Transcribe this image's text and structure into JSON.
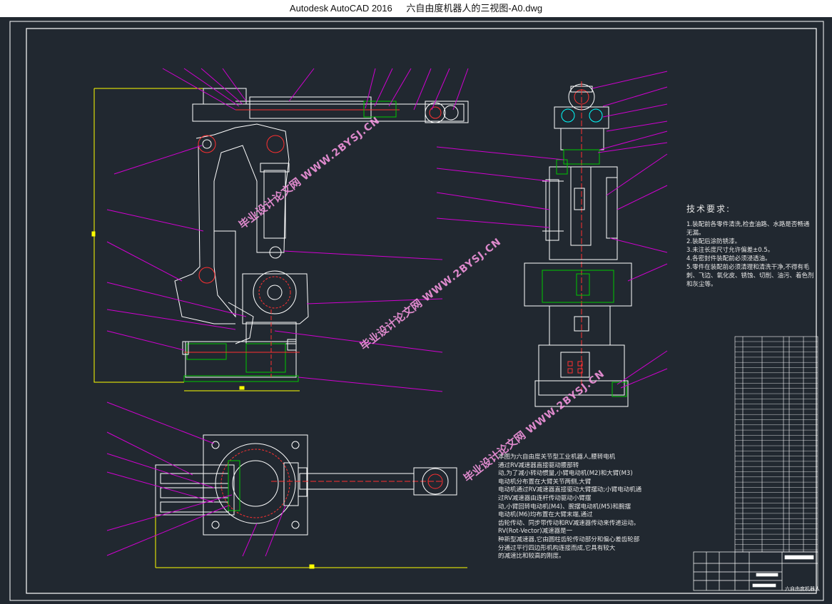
{
  "window": {
    "app": "Autodesk AutoCAD 2016",
    "file": "六自由度机器人的三视图-A0.dwg"
  },
  "tech_requirements": {
    "heading": "技术要求:",
    "lines": [
      "1.装配前各零件清洗,检查油路、水路是否畅通无漏。",
      "2.装配后涂防锈漆。",
      "3.未注长度尺寸允许偏差±0.5。",
      "4.各密封件装配前必须浸透油。",
      "5.零件在装配前必须清理和清洗干净,不得有毛刺、飞边、氧化皮、锈蚀、切削、油污、着色剂和灰尘等。"
    ]
  },
  "notes": {
    "lines": [
      "本图为六自由度关节型工业机器人,腰转电机",
      "通过RV减速器直接驱动腰部转",
      "动,为了减小转动惯量,小臂电动机(M2)和大臂(M3)",
      "电动机分布置在大臂关节两侧,大臂",
      "电动机通过RV减速器直接驱动大臂摆动;小臂电动机通",
      "过RV减速器由连杆传动驱动小臂摆",
      "动,小臂回转电动机(M4)、腕摆电动机(M5)和腕摆",
      "电动机(M6)均布置在大臂末端,通过",
      "齿轮传动、同步带传动和RV减速器传动来传递运动。",
      "RV(Rot-Vector)减速器是一",
      "种新型减速器,它由圆柱齿轮传动部分和偏心差齿轮部",
      "分通过平行四边形机构连接而成,它具有较大",
      "的减速比和较高的刚度。"
    ]
  },
  "watermarks": [
    {
      "cn": "毕业设计论文网",
      "url": "WWW.2BYSJ.CN"
    },
    {
      "cn": "毕业设计论文网",
      "url": "WWW.2BYSJ.CN"
    },
    {
      "cn": "毕业设计论文网",
      "url": "WWW.2BYSJ.CN"
    }
  ],
  "title_block": {
    "name": "六自由度机器人"
  },
  "colors": {
    "background": "#212830",
    "lines": "#ffffff",
    "leaders": "#d100d1",
    "yellow": "#ffff00",
    "green": "#00c800",
    "red": "#ff3030",
    "cyan": "#00ffff"
  }
}
